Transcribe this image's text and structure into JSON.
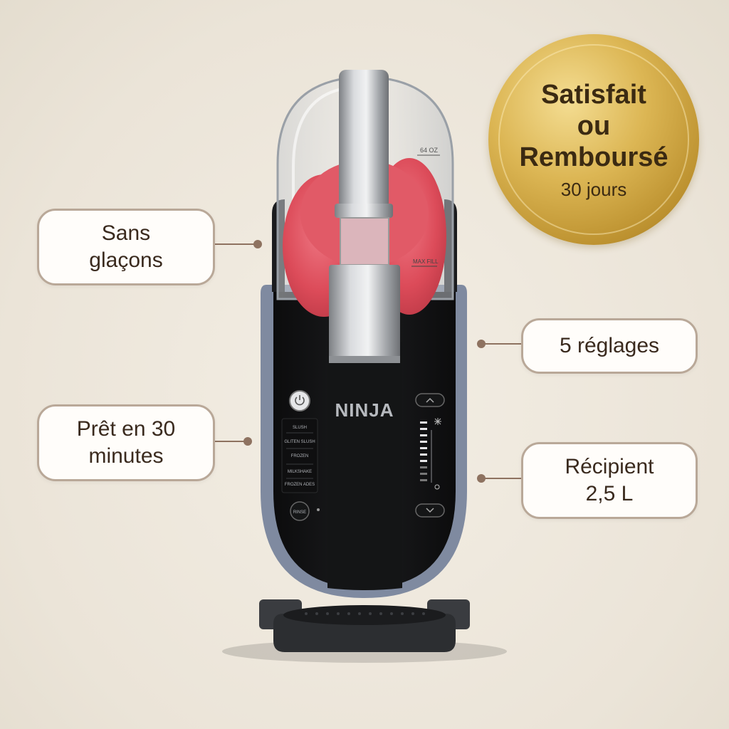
{
  "callouts": {
    "no_ice": "Sans glaçons",
    "ready_time": "Prêt en 30 minutes",
    "settings": "5 réglages",
    "container": "Récipient 2,5 L"
  },
  "seal": {
    "line1": "Satisfait",
    "line2": "ou",
    "line3": "Remboursé",
    "subtext": "30 jours"
  },
  "product": {
    "brand": "NINJA",
    "bowl_top_marking": "64 OZ",
    "bowl_max_fill": "MAX FILL",
    "presets": [
      "SLUSH",
      "GLITEN SLUSH",
      "FROZEN",
      "MILKSHAKE",
      "FROZEN ADES"
    ],
    "rinse_label": "RINSE",
    "power_icon": "power-icon",
    "up_icon": "chevron-up-icon",
    "down_icon": "chevron-down-icon",
    "snowflake_icon": "snowflake-icon"
  },
  "colors": {
    "accent": "#8e7260",
    "slush": "#e0525f",
    "gold": "#c9a13e"
  }
}
